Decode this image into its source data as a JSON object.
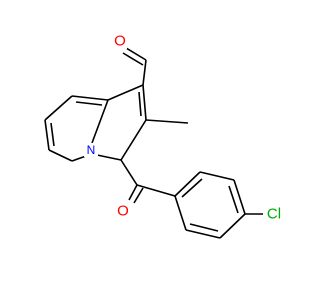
{
  "molecule": {
    "atoms": {
      "aldehyde_oxygen": {
        "label": "O",
        "color": "#ff0000"
      },
      "ring_nitrogen": {
        "label": "N",
        "color": "#0000ff"
      },
      "ketone_oxygen": {
        "label": "O",
        "color": "#ff0000"
      },
      "chlorine": {
        "label": "Cl",
        "color": "#00aa00"
      }
    }
  }
}
